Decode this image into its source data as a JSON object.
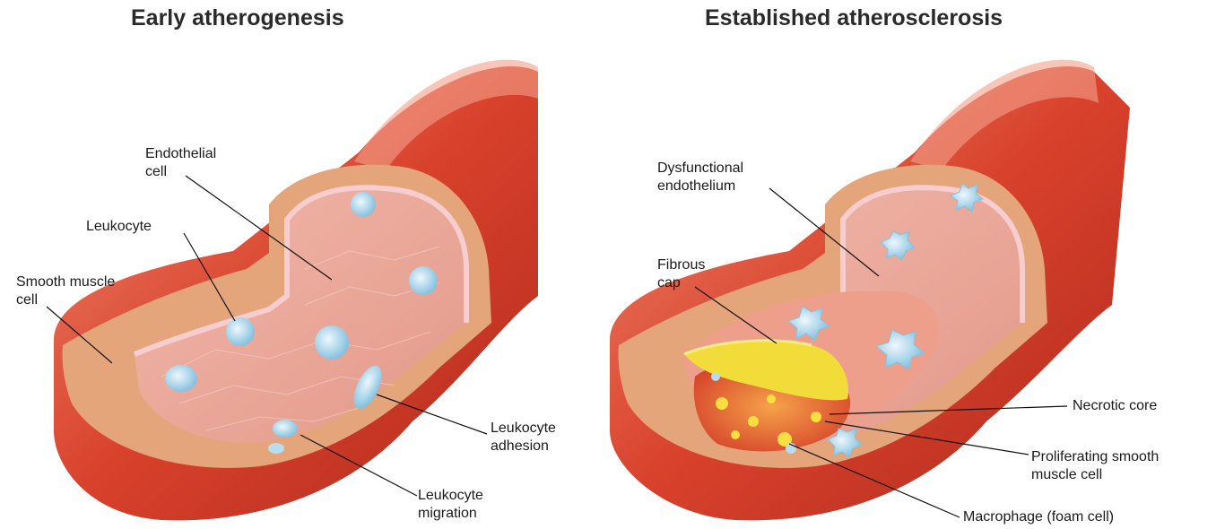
{
  "panels": {
    "early": {
      "title": "Early atherogenesis",
      "labels": {
        "endothelial_cell": [
          "Endothelial",
          "cell"
        ],
        "leukocyte": "Leukocyte",
        "smooth_muscle_cell": [
          "Smooth muscle",
          "cell"
        ],
        "leukocyte_adhesion": [
          "Leukocyte",
          "adhesion"
        ],
        "leukocyte_migration": [
          "Leukocyte",
          "migration"
        ]
      }
    },
    "established": {
      "title": "Established atherosclerosis",
      "labels": {
        "dysfunctional_endothelium": [
          "Dysfunctional",
          "endothelium"
        ],
        "fibrous_cap": [
          "Fibrous",
          "cap"
        ],
        "necrotic_core": "Necrotic core",
        "proliferating_smc": [
          "Proliferating smooth",
          "muscle cell"
        ],
        "macrophage": "Macrophage (foam cell)"
      }
    }
  },
  "colors": {
    "vessel_outer": "#d8412c",
    "vessel_wall": "#e6a679",
    "lumen": "#eaa598",
    "intima": "#f4c1c4",
    "leukocyte": "#b9dcee",
    "lipid_core": "#f2dc3a"
  }
}
